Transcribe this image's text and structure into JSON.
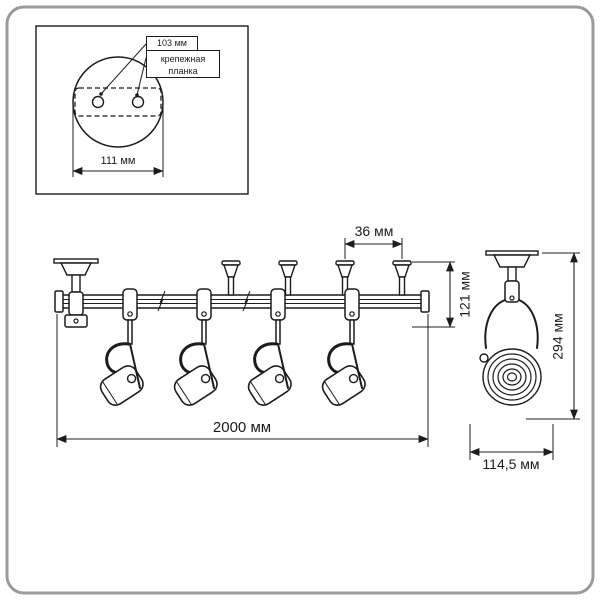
{
  "drawing_title": "track-spotlight-dimension-drawing",
  "colors": {
    "line": "#1c1c1c",
    "frame_border": "#9a9a9a",
    "background": "#ffffff"
  },
  "inset": {
    "hole_spacing_label": "103 мм",
    "plate_label": "крепежная планка",
    "plate_width_label": "111 мм"
  },
  "front_view": {
    "connector_spacing_label": "36 мм",
    "track_height_label": "121 мм",
    "total_length_label": "2000 мм"
  },
  "side_view": {
    "height_label": "294 мм",
    "width_label": "114,5 мм"
  }
}
